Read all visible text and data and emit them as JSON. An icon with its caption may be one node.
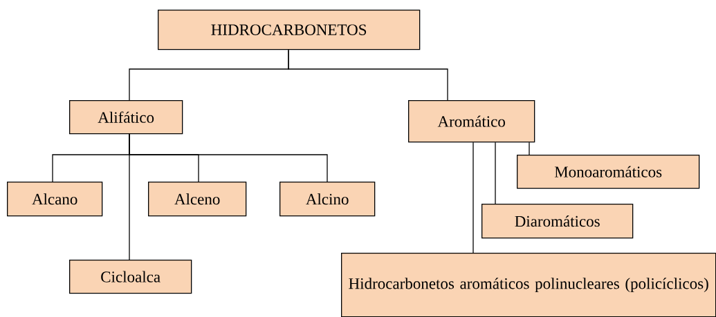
{
  "diagram": {
    "nodes": [
      {
        "text": [
          "HIDROCARBONETOS"
        ]
      },
      {
        "text": [
          "Alifático"
        ]
      },
      {
        "text": [
          "Aromático"
        ]
      },
      {
        "text": [
          "Alcano"
        ]
      },
      {
        "text": [
          "Alceno"
        ]
      },
      {
        "text": [
          "Alcino"
        ]
      },
      {
        "text": [
          "Cicloalca"
        ]
      },
      {
        "text": [
          "Monoaromáticos"
        ]
      },
      {
        "text": [
          "Diaromáticos"
        ]
      },
      {
        "text": [
          "Hidrocarbonetos aromáticos polinucleares (policíclicos)"
        ]
      }
    ],
    "edges": [
      {
        "from": 0,
        "to": 1,
        "arrow": "none"
      },
      {
        "from": 0,
        "to": 2,
        "arrow": "none"
      },
      {
        "from": 1,
        "to": 3,
        "arrow": "none"
      },
      {
        "from": 1,
        "to": 4,
        "arrow": "none"
      },
      {
        "from": 1,
        "to": 5,
        "arrow": "none"
      },
      {
        "from": 1,
        "to": 6,
        "arrow": "none"
      },
      {
        "from": 2,
        "to": 7,
        "arrow": "none"
      },
      {
        "from": 2,
        "to": 8,
        "arrow": "none"
      },
      {
        "from": 2,
        "to": 9,
        "arrow": "none"
      }
    ]
  }
}
